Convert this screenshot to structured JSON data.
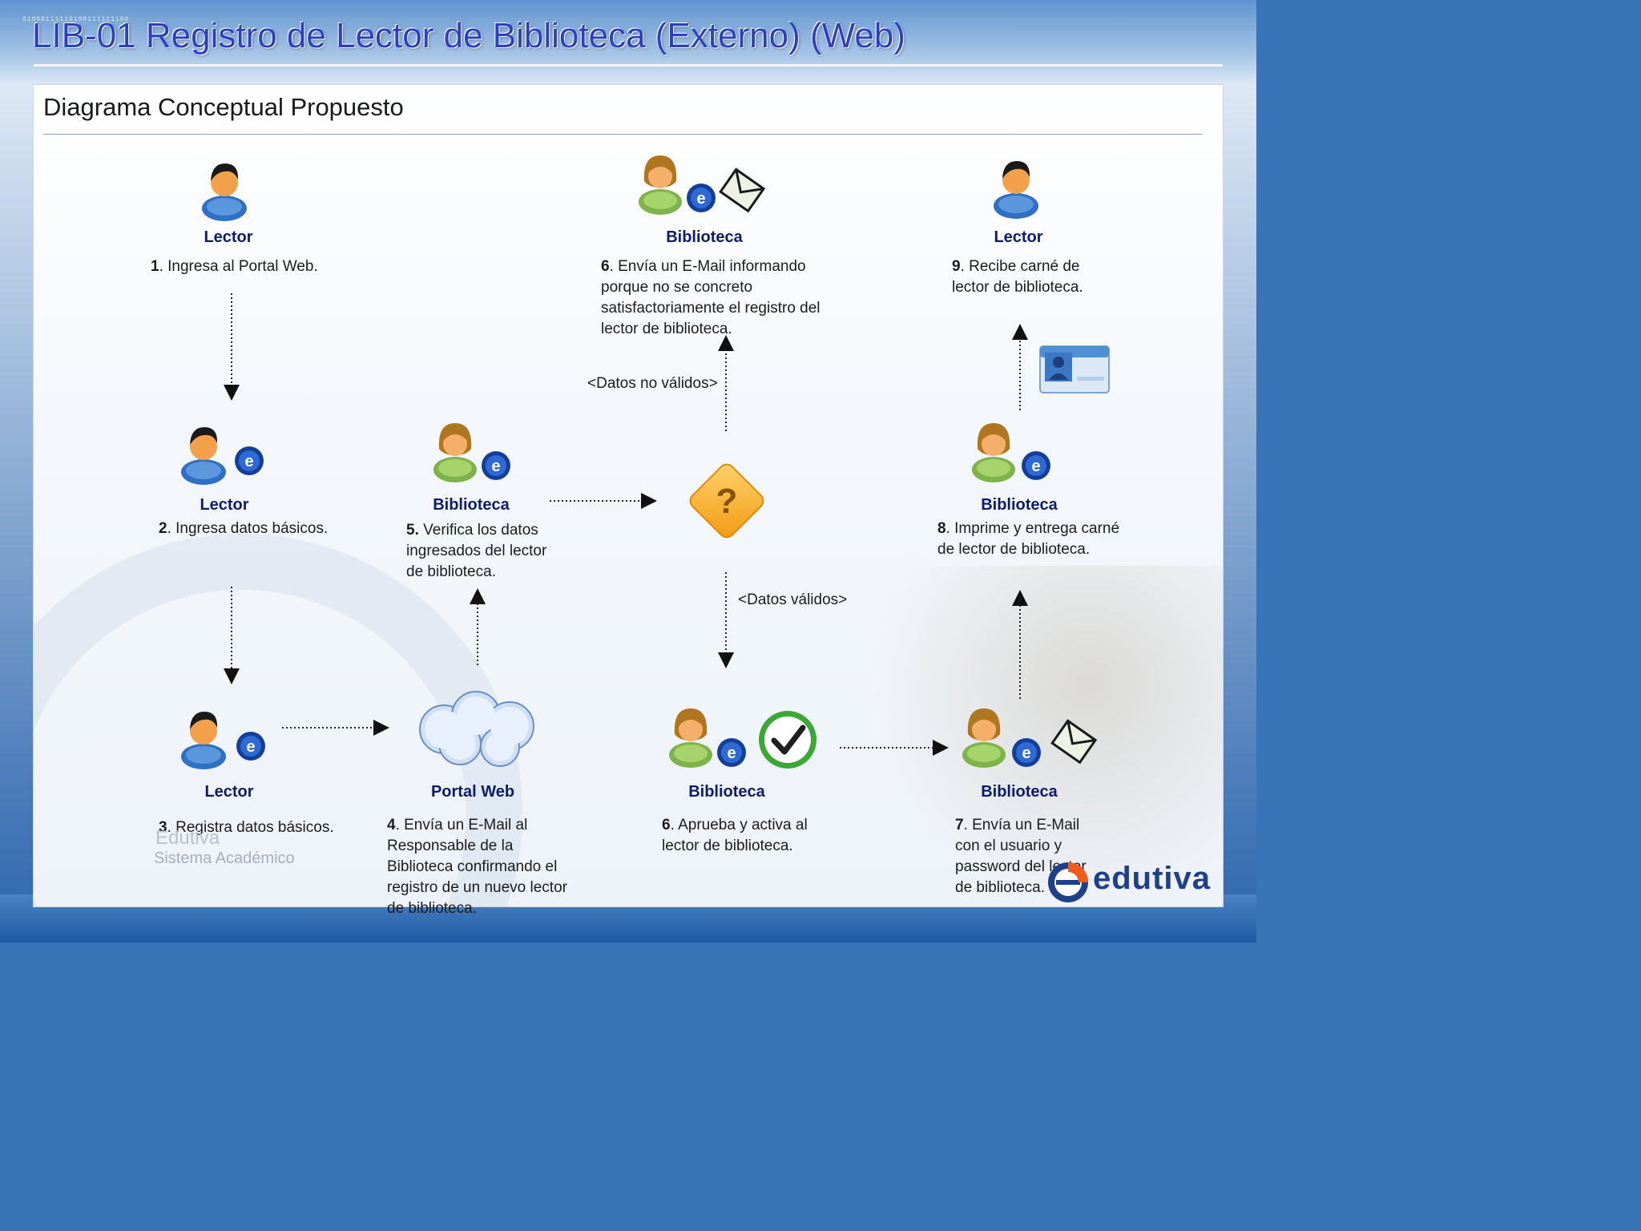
{
  "header": {
    "binary": "01000111110100111111100",
    "title": "LIB-01 Registro de Lector de Biblioteca (Externo) (Web)"
  },
  "panel": {
    "subtitle": "Diagrama Conceptual Propuesto"
  },
  "nodes": [
    {
      "id": "n1",
      "actor": "Lector",
      "num": "1",
      "text": ". Ingresa al Portal Web.",
      "icons": [
        "person-male-icon"
      ]
    },
    {
      "id": "n2",
      "actor": "Lector",
      "num": "2",
      "text": ". Ingresa datos básicos.",
      "icons": [
        "person-male-icon",
        "edutiva-e-icon"
      ]
    },
    {
      "id": "n3",
      "actor": "Lector",
      "num": "3",
      "text": ". Registra datos básicos.",
      "icons": [
        "person-male-icon",
        "edutiva-e-icon"
      ]
    },
    {
      "id": "n4",
      "actor": "Portal Web",
      "num": "4",
      "text": ". Envía un E-Mail al Responsable de la Biblioteca confirmando el registro de un nuevo lector de biblioteca.",
      "icons": [
        "cloud-icon"
      ]
    },
    {
      "id": "n5",
      "actor": "Biblioteca",
      "num": "5.",
      "text": " Verifica los datos ingresados del lector de biblioteca.",
      "icons": [
        "person-female-icon",
        "edutiva-e-icon"
      ]
    },
    {
      "id": "n6a",
      "actor": "Biblioteca",
      "num": "6",
      "text": ". Envía un E-Mail informando porque no se concreto satisfactoriamente el registro del lector de biblioteca.",
      "icons": [
        "person-female-icon",
        "edutiva-e-icon",
        "envelope-icon"
      ]
    },
    {
      "id": "n6b",
      "actor": "Biblioteca",
      "num": "6",
      "text": ".  Aprueba y activa al lector de biblioteca.",
      "icons": [
        "person-female-icon",
        "edutiva-e-icon",
        "checkmark-icon"
      ]
    },
    {
      "id": "n7",
      "actor": "Biblioteca",
      "num": "7",
      "text": ". Envía un E-Mail con el usuario y password del lector de biblioteca.",
      "icons": [
        "person-female-icon",
        "edutiva-e-icon",
        "envelope-icon"
      ]
    },
    {
      "id": "n8",
      "actor": "Biblioteca",
      "num": "8",
      "text": ". Imprime y entrega carné de lector de biblioteca.",
      "icons": [
        "person-female-icon",
        "edutiva-e-icon"
      ]
    },
    {
      "id": "n9",
      "actor": "Lector",
      "num": "9",
      "text": ". Recibe carné de lector de biblioteca.",
      "icons": [
        "person-male-icon"
      ]
    }
  ],
  "decision": {
    "icon": "decision-diamond-icon",
    "glyph": "?"
  },
  "conditions": {
    "invalid": "<Datos  no válidos>",
    "valid": "<Datos válidos>"
  },
  "card_icon": "id-card-icon",
  "watermark": {
    "name": "Edutiva",
    "subtitle": "Sistema Académico"
  },
  "brand": {
    "name": "edutiva"
  },
  "colors": {
    "title": "#2b3fc2",
    "actor_label": "#0e1c6e",
    "decision": "#f7a81b",
    "check": "#3aa835"
  }
}
